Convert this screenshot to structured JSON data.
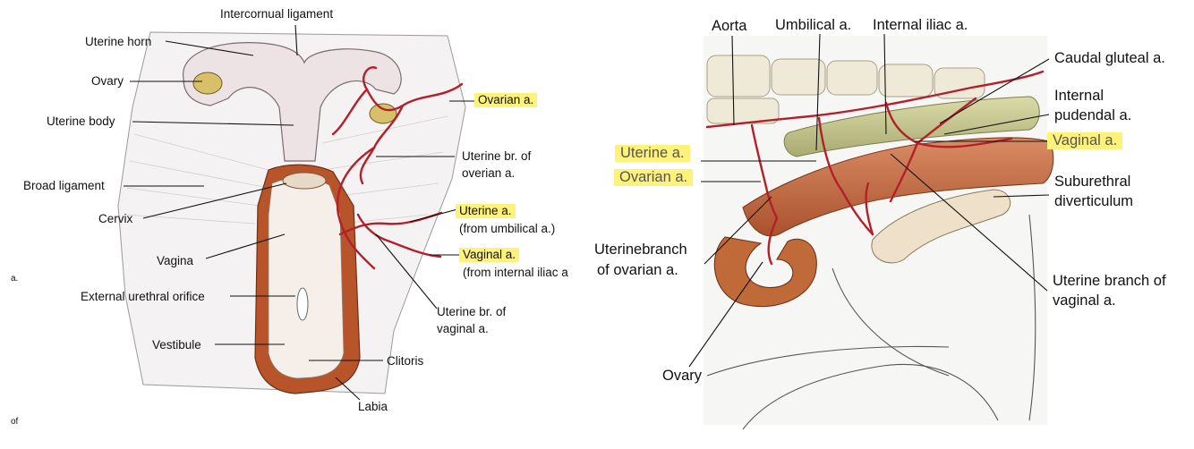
{
  "left_panel": {
    "labels": {
      "intercornual_ligament": "Intercornual ligament",
      "uterine_horn": "Uterine horn",
      "ovary": "Ovary",
      "uterine_body": "Uterine body",
      "broad_ligament": "Broad ligament",
      "cervix": "Cervix",
      "vagina": "Vagina",
      "external_urethral_orifice": "External urethral orifice",
      "vestibule": "Vestibule",
      "clitoris": "Clitoris",
      "labia": "Labia",
      "ovarian_a": "Ovarian a.",
      "uterine_br_ovarian_1": "Uterine br. of",
      "uterine_br_ovarian_2": "overian a.",
      "uterine_a": "Uterine a.",
      "uterine_a_origin": "(from umbilical a.)",
      "vaginal_a": "Vaginal a.",
      "vaginal_a_origin": "(from internal iliac a",
      "uterine_br_vaginal_1": "Uterine br. of",
      "uterine_br_vaginal_2": "vaginal a."
    },
    "fragments": {
      "margin_a": "a.",
      "margin_of": "of"
    }
  },
  "right_panel": {
    "labels": {
      "aorta": "Aorta",
      "umbilical_a": "Umbilical a.",
      "internal_iliac_a": "Internal iliac a.",
      "caudal_gluteal_a": "Caudal gluteal a.",
      "internal_pudendal_1": "Internal",
      "internal_pudendal_2": "pudendal a.",
      "vaginal_a": "Vaginal a.",
      "suburethral_1": "Suburethral",
      "suburethral_2": "diverticulum",
      "uterine_a": "Uterine a.",
      "ovarian_a": "Ovarian a.",
      "uterinebranch_1": "Uterinebranch",
      "uterinebranch_2": "of ovarian a.",
      "ovary": "Ovary",
      "uterine_branch_vaginal_1": "Uterine branch of",
      "uterine_branch_vaginal_2": "vaginal a."
    }
  },
  "colors": {
    "artery": "#b3202a",
    "highlight": "#fff27a",
    "leader_line": "#111111",
    "tissue_pale": "#ede2e4",
    "tissue_tract": "#c8734a"
  }
}
